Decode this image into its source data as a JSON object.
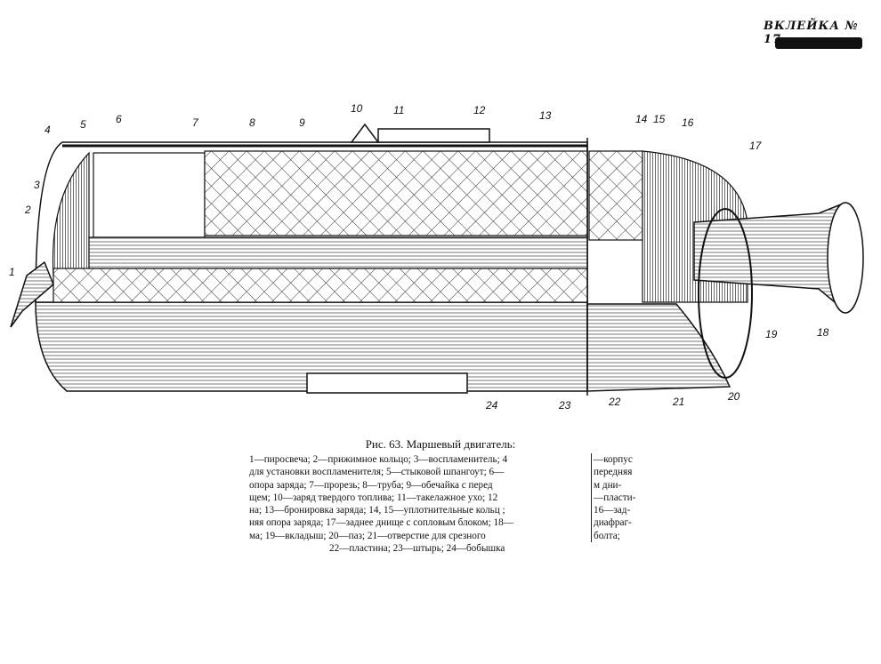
{
  "header": {
    "label": "ВКЛЕЙКА № 17."
  },
  "figure": {
    "callouts": [
      "1",
      "2",
      "3",
      "4",
      "5",
      "6",
      "7",
      "8",
      "9",
      "10",
      "11",
      "12",
      "13",
      "14",
      "15",
      "16",
      "17",
      "18",
      "19",
      "20",
      "21",
      "22",
      "23",
      "24"
    ]
  },
  "caption": {
    "title": "Рис. 63. Маршевый двигатель:",
    "lines": [
      "1—пиросвеча; 2—прижимное кольцо; 3—воспламенитель; 4",
      "для установки воспламенителя; 5—стыковой шпангоут; 6—",
      "опора заряда; 7—прорезь; 8—труба; 9—обечайка с перед",
      "щем; 10—заряд твердого топлива; 11—такелажное ухо; 12",
      "на; 13—бронировка заряда; 14, 15—уплотнительные кольц ;",
      "няя опора заряда; 17—заднее днище с сопловым блоком; 18—",
      "ма; 19—вкладыш; 20—паз; 21—отверстие для срезного",
      "22—пластина; 23—штырь; 24—бобышка"
    ],
    "cont_lines": [
      "—корпус",
      "передняя",
      "м дни-",
      "—пласти-",
      "16—зад-",
      "диафраг-",
      "болта;",
      ""
    ]
  }
}
